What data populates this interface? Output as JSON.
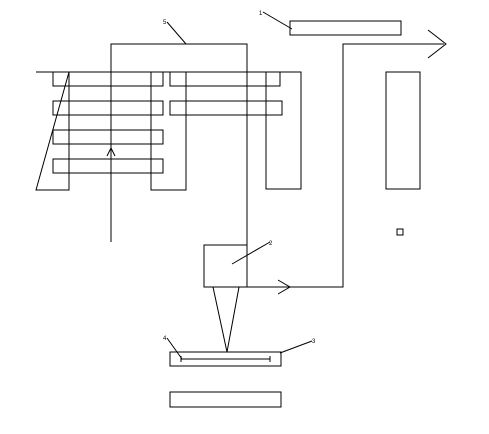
{
  "labels": {
    "l1": "1",
    "l2": "2",
    "l3": "3",
    "l4": "4",
    "l5": "5"
  },
  "colors": {
    "stroke": "#000000",
    "background": "#ffffff"
  }
}
